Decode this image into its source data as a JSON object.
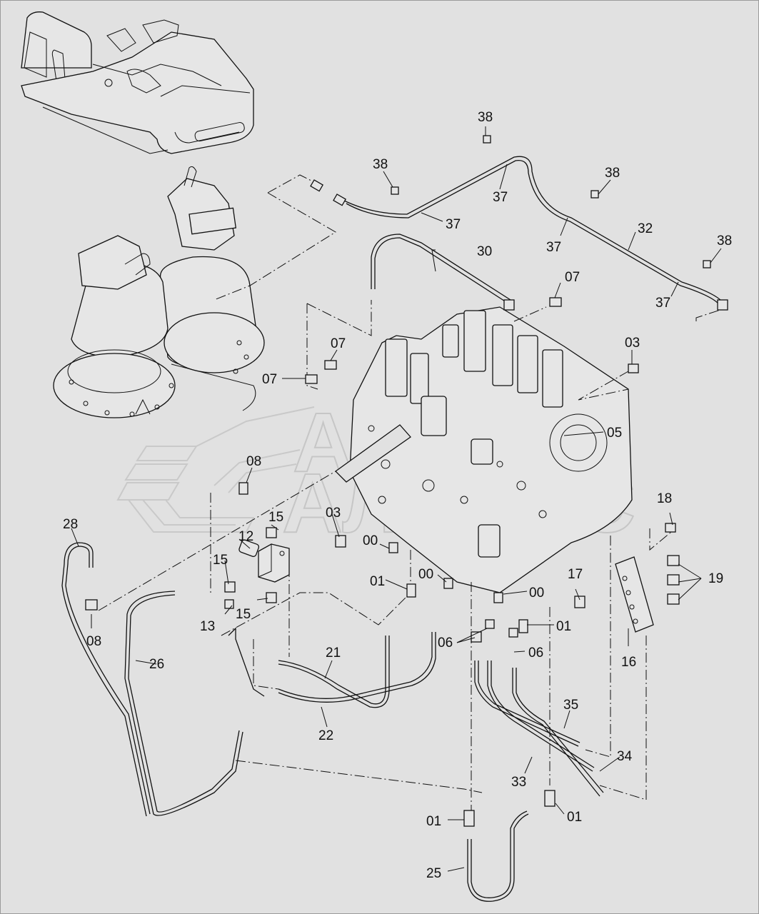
{
  "diagram": {
    "type": "exploded-parts-diagram",
    "subject": "Excavator swing motor / control valve hydraulic piping",
    "background_color": "#e1e1e1",
    "line_color": "#111111",
    "watermark": {
      "line1": "АВТО",
      "line2": "АЛЬЯНС",
      "color": "#c6c6c6"
    },
    "callouts": [
      {
        "id": "c38a",
        "label": "38"
      },
      {
        "id": "c38b",
        "label": "38"
      },
      {
        "id": "c38c",
        "label": "38"
      },
      {
        "id": "c38d",
        "label": "38"
      },
      {
        "id": "c37a",
        "label": "37"
      },
      {
        "id": "c37b",
        "label": "37"
      },
      {
        "id": "c37c",
        "label": "37"
      },
      {
        "id": "c37d",
        "label": "37"
      },
      {
        "id": "c32",
        "label": "32"
      },
      {
        "id": "c30",
        "label": "30"
      },
      {
        "id": "c07a",
        "label": "07"
      },
      {
        "id": "c07b",
        "label": "07"
      },
      {
        "id": "c07c",
        "label": "07"
      },
      {
        "id": "c03a",
        "label": "03"
      },
      {
        "id": "c05",
        "label": "05"
      },
      {
        "id": "c08a",
        "label": "08"
      },
      {
        "id": "c08b",
        "label": "08"
      },
      {
        "id": "c28",
        "label": "28"
      },
      {
        "id": "c15a",
        "label": "15"
      },
      {
        "id": "c15b",
        "label": "15"
      },
      {
        "id": "c15c",
        "label": "15"
      },
      {
        "id": "c12",
        "label": "12"
      },
      {
        "id": "c13",
        "label": "13"
      },
      {
        "id": "c03b",
        "label": "03"
      },
      {
        "id": "c00a",
        "label": "00"
      },
      {
        "id": "c00b",
        "label": "00"
      },
      {
        "id": "c00c",
        "label": "00"
      },
      {
        "id": "c01a",
        "label": "01"
      },
      {
        "id": "c01b",
        "label": "01"
      },
      {
        "id": "c01c",
        "label": "01"
      },
      {
        "id": "c01d",
        "label": "01"
      },
      {
        "id": "c06a",
        "label": "06"
      },
      {
        "id": "c06b",
        "label": "06"
      },
      {
        "id": "c26",
        "label": "26"
      },
      {
        "id": "c21",
        "label": "21"
      },
      {
        "id": "c22",
        "label": "22"
      },
      {
        "id": "c18",
        "label": "18"
      },
      {
        "id": "c17",
        "label": "17"
      },
      {
        "id": "c19",
        "label": "19"
      },
      {
        "id": "c16",
        "label": "16"
      },
      {
        "id": "c35",
        "label": "35"
      },
      {
        "id": "c34",
        "label": "34"
      },
      {
        "id": "c33",
        "label": "33"
      },
      {
        "id": "c25",
        "label": "25"
      }
    ]
  }
}
